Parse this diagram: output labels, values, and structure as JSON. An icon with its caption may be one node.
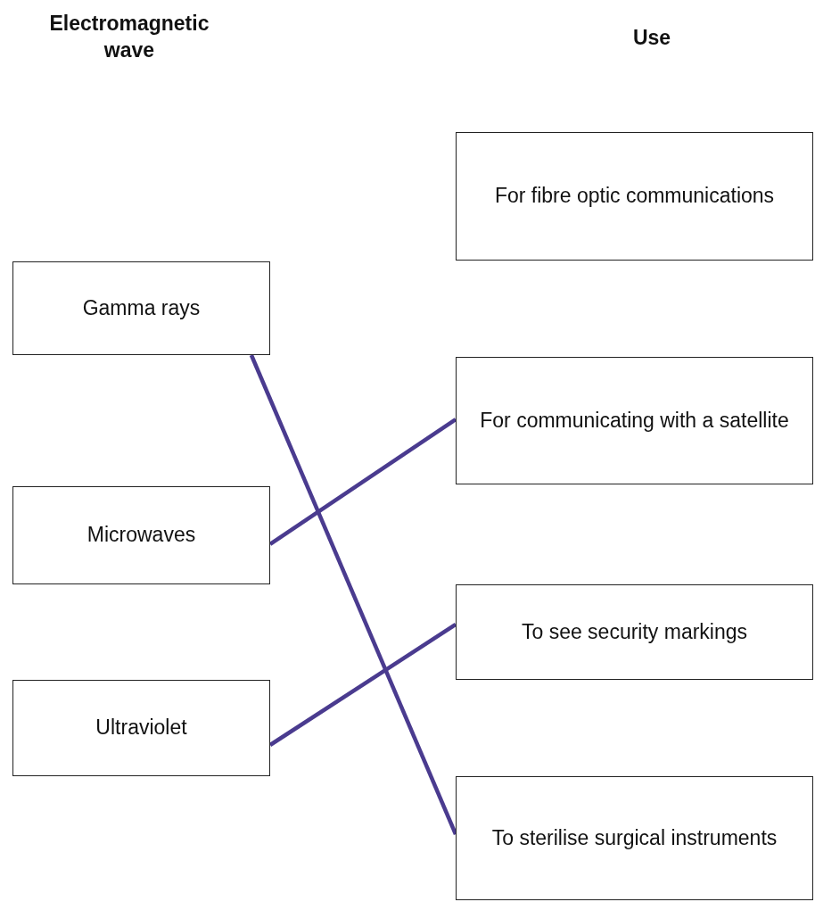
{
  "diagram": {
    "nodes": [
      {
        "text": [
          "Gamma rays"
        ]
      },
      {
        "text": [
          "Microwaves"
        ]
      },
      {
        "text": [
          "Ultraviolet"
        ]
      },
      {
        "text": [
          "For fibre optic communications"
        ]
      },
      {
        "text": [
          "For communicating with a satellite"
        ]
      },
      {
        "text": [
          "To see security markings"
        ]
      },
      {
        "text": [
          "To sterilise surgical instruments"
        ]
      }
    ],
    "edges": [
      {
        "from": 0,
        "to": 6,
        "arrow": "none"
      },
      {
        "from": 1,
        "to": 4,
        "arrow": "none"
      },
      {
        "from": 2,
        "to": 5,
        "arrow": "none"
      }
    ],
    "labels": [
      "Electromagnetic wave",
      "Use"
    ]
  }
}
